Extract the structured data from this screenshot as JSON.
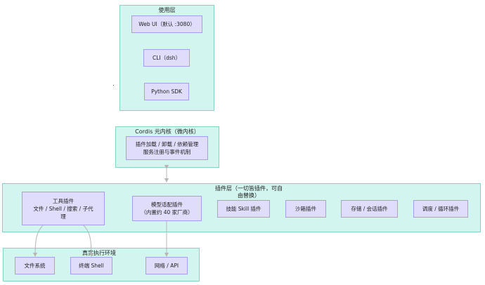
{
  "clusters": {
    "usage": "使用层",
    "core": "Cordis 元内核（微内核）",
    "plugins": "插件层（一切皆插件，可自\n由替换）",
    "env": "真实执行环境"
  },
  "nodes": {
    "webui": "Web UI（默认 :3080）",
    "cli": "CLI（dsh）",
    "sdk": "Python SDK",
    "core_mgmt": "插件加载 / 卸载 / 依赖管理\n服务注册与事件机制",
    "tools": "工具插件\n文件 / Shell / 搜索 / 子代\n理",
    "model": "模型适配插件\n（内置约 40 家厂商）",
    "skill": "技能 Skill 插件",
    "sandbox": "沙箱插件",
    "storage": "存储 / 会话插件",
    "sched": "调度 / 循环插件",
    "fs": "文件系统",
    "shell": "终端 Shell",
    "net": "网络 / API"
  },
  "colors": {
    "cluster_fill": "#d3f5ef",
    "cluster_border": "#86d2c4",
    "node_fill": "#e0dcfb",
    "node_border": "#a99ce8",
    "edge": "#b5b5b5"
  }
}
